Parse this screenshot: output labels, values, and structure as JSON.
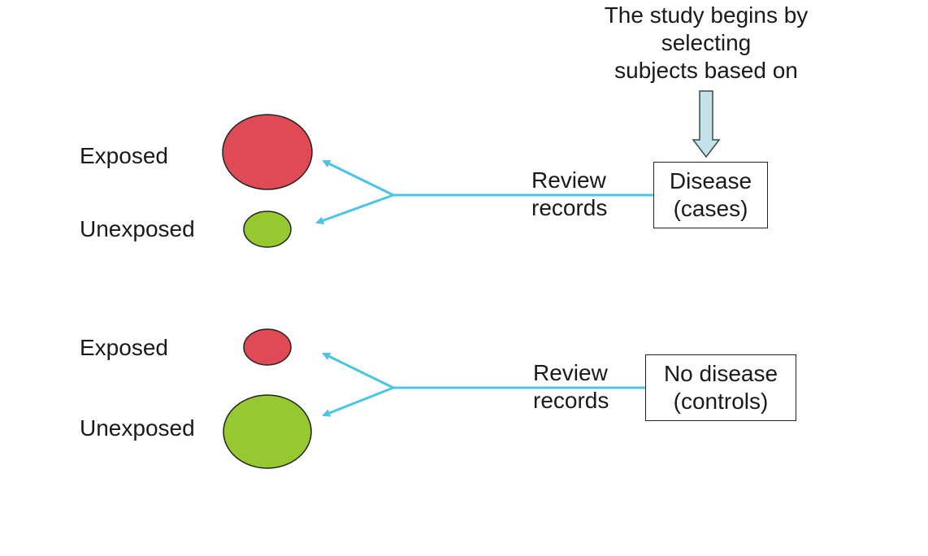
{
  "header": {
    "line1": "The study begins by",
    "line2": "selecting",
    "line3": "subjects based on"
  },
  "cases": {
    "exposed_label": "Exposed",
    "unexposed_label": "Unexposed",
    "review_line1": "Review",
    "review_line2": "records",
    "box_line1": "Disease",
    "box_line2": "(cases)"
  },
  "controls": {
    "exposed_label": "Exposed",
    "unexposed_label": "Unexposed",
    "review_line1": "Review",
    "review_line2": "records",
    "box_line1": "No disease",
    "box_line2": "(controls)"
  },
  "colors": {
    "exposed": "#e04a55",
    "unexposed": "#96c830",
    "arrow": "#4cc4e6",
    "down_arrow_fill": "#c4e2ea"
  }
}
